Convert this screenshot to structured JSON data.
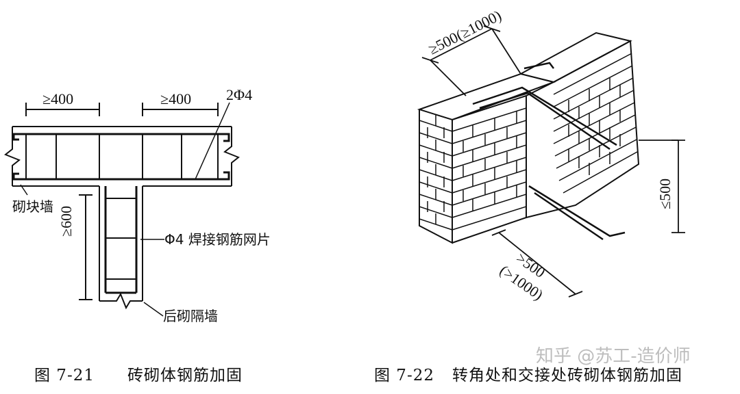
{
  "figure_left": {
    "dim_top_left": "≥400",
    "dim_top_right": "≥400",
    "bar_label": "2Φ4",
    "wall_label": "砌块墙",
    "dim_vertical": "≥600",
    "mesh_label": "Φ4 焊接钢筋网片",
    "partition_label": "后砌隔墙",
    "caption_num": "图 7-21",
    "caption_text": "砖砌体钢筋加固"
  },
  "figure_right": {
    "dim_top": "≥500(≥1000)",
    "dim_right": "≤500",
    "dim_bottom_1": ">500",
    "dim_bottom_2": "(>1000)",
    "caption_num": "图 7-22",
    "caption_text": "转角处和交接处砖砌体钢筋加固"
  },
  "watermark": "知乎 @苏工-造价师"
}
